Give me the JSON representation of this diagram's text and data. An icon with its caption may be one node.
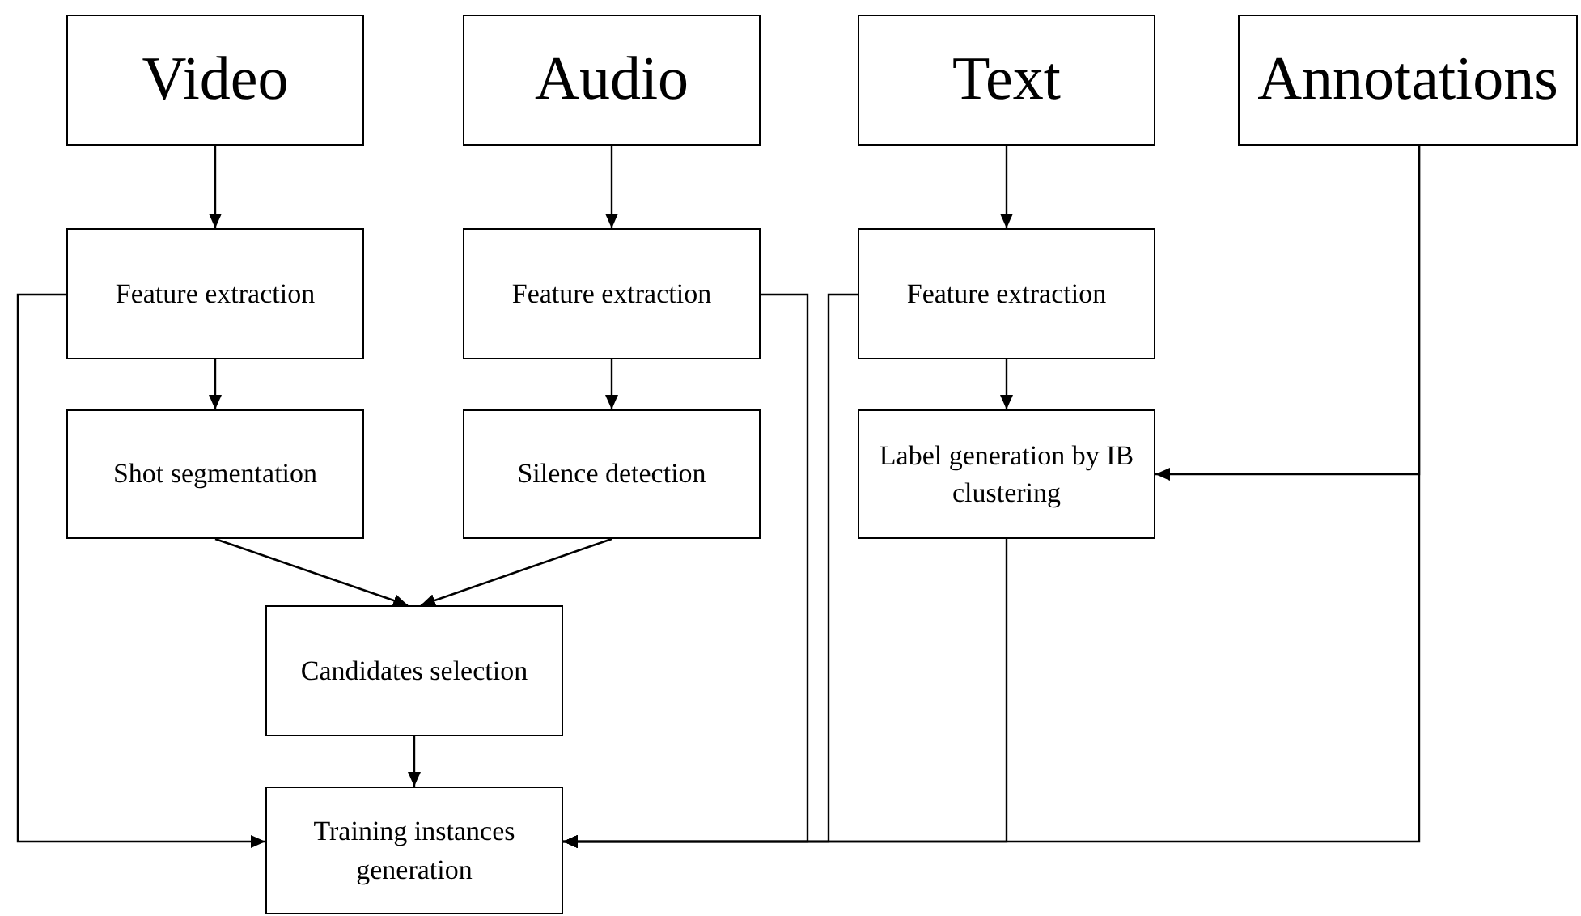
{
  "diagram": {
    "nodes": [
      {
        "text": [
          "Video"
        ]
      },
      {
        "text": [
          "Audio"
        ]
      },
      {
        "text": [
          "Text"
        ]
      },
      {
        "text": [
          "Annotations"
        ]
      },
      {
        "text": [
          "Feature extraction"
        ]
      },
      {
        "text": [
          "Feature extraction"
        ]
      },
      {
        "text": [
          "Feature extraction"
        ]
      },
      {
        "text": [
          "Shot segmentation"
        ]
      },
      {
        "text": [
          "Silence detection"
        ]
      },
      {
        "text": [
          "Label generation by IB clustering"
        ]
      },
      {
        "text": [
          "Candidates selection"
        ]
      },
      {
        "text": [
          "Training instances generation"
        ]
      }
    ],
    "edges": [
      {
        "from": 0,
        "to": 4,
        "arrow": "to"
      },
      {
        "from": 1,
        "to": 5,
        "arrow": "to"
      },
      {
        "from": 2,
        "to": 6,
        "arrow": "to"
      },
      {
        "from": 4,
        "to": 7,
        "arrow": "to"
      },
      {
        "from": 5,
        "to": 8,
        "arrow": "to"
      },
      {
        "from": 6,
        "to": 9,
        "arrow": "to"
      },
      {
        "from": 3,
        "to": 9,
        "arrow": "to"
      },
      {
        "from": 7,
        "to": 10,
        "arrow": "to"
      },
      {
        "from": 8,
        "to": 10,
        "arrow": "to"
      },
      {
        "from": 10,
        "to": 11,
        "arrow": "to"
      },
      {
        "from": 4,
        "to": 11,
        "arrow": "to"
      },
      {
        "from": 5,
        "to": 11,
        "arrow": "to"
      },
      {
        "from": 6,
        "to": 11,
        "arrow": "to"
      },
      {
        "from": 9,
        "to": 11,
        "arrow": "to"
      },
      {
        "from": 3,
        "to": 11,
        "arrow": "to"
      }
    ]
  }
}
